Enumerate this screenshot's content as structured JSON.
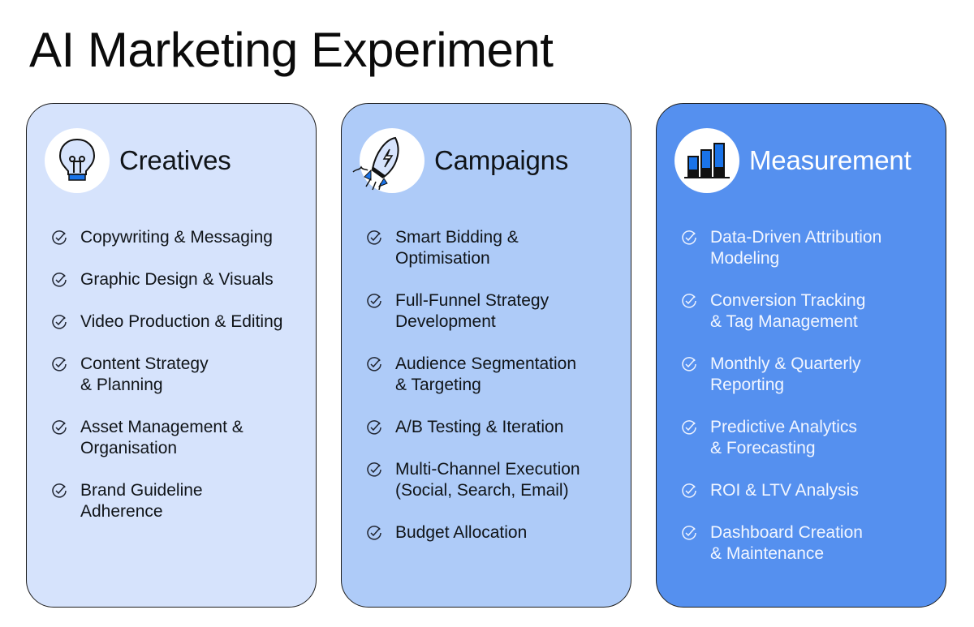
{
  "title": "AI Marketing Experiment",
  "colors": {
    "creatives_bg": "#d6e3fc",
    "campaigns_bg": "#aecbf8",
    "measurement_bg": "#5590ef",
    "accent_blue": "#1a73e8"
  },
  "cards": [
    {
      "label": "Creatives",
      "icon": "lightbulb-icon",
      "items": [
        "Copywriting & Messaging",
        "Graphic Design & Visuals",
        "Video Production & Editing",
        "Content Strategy\n& Planning",
        "Asset Management &\nOrganisation",
        "Brand Guideline\nAdherence"
      ]
    },
    {
      "label": "Campaigns",
      "icon": "rocket-icon",
      "items": [
        "Smart Bidding &\nOptimisation",
        "Full-Funnel Strategy\nDevelopment",
        "Audience Segmentation\n& Targeting",
        "A/B Testing & Iteration",
        "Multi-Channel Execution\n(Social, Search, Email)",
        "Budget Allocation"
      ]
    },
    {
      "label": "Measurement",
      "icon": "bar-chart-icon",
      "items": [
        "Data-Driven Attribution\nModeling",
        "Conversion Tracking\n& Tag Management",
        "Monthly & Quarterly\nReporting",
        "Predictive Analytics\n& Forecasting",
        "ROI & LTV Analysis",
        "Dashboard Creation\n& Maintenance"
      ]
    }
  ]
}
